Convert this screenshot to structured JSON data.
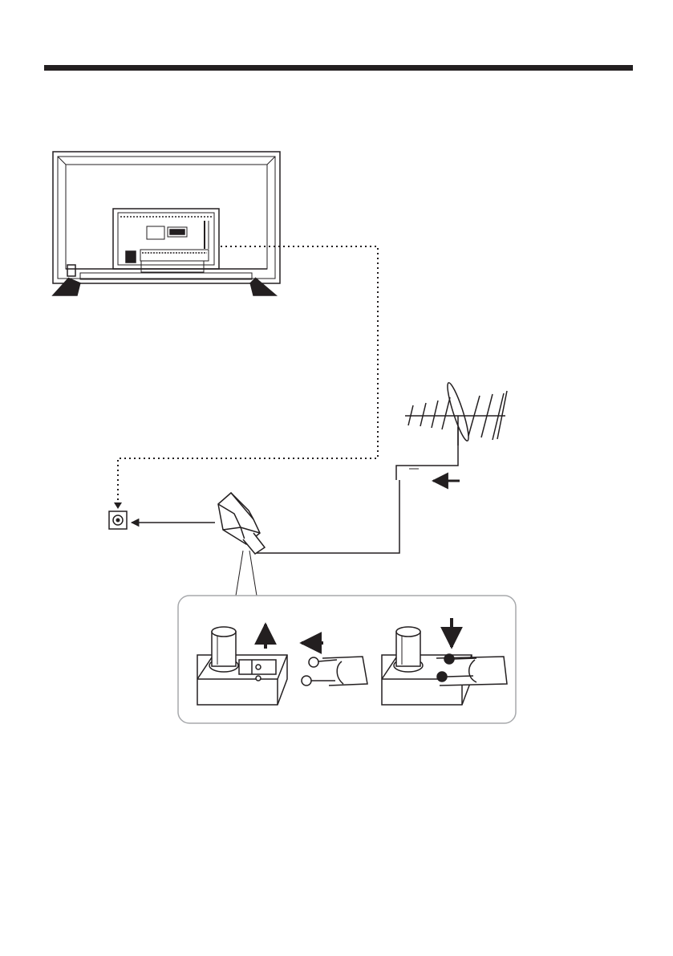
{
  "page": {
    "header_rule_color": "#231f20",
    "line_color": "#231f20",
    "background": "#ffffff"
  },
  "diagram": {
    "components": [
      {
        "name": "tv-rear-view",
        "kind": "device"
      },
      {
        "name": "antenna",
        "kind": "yagi-antenna"
      },
      {
        "name": "tv-antenna-socket",
        "kind": "coaxial-socket"
      },
      {
        "name": "matching-transformer",
        "kind": "adapter"
      },
      {
        "name": "detail-inset",
        "kind": "callout"
      }
    ],
    "connections": [
      {
        "from": "tv-rear-view",
        "to": "tv-antenna-socket",
        "style": "dotted"
      },
      {
        "from": "matching-transformer",
        "to": "tv-antenna-socket",
        "style": "arrow"
      },
      {
        "from": "antenna",
        "to": "matching-transformer",
        "style": "solid"
      }
    ],
    "icons": [
      "arrow-left-icon",
      "arrow-up-icon",
      "arrow-down-icon"
    ]
  }
}
